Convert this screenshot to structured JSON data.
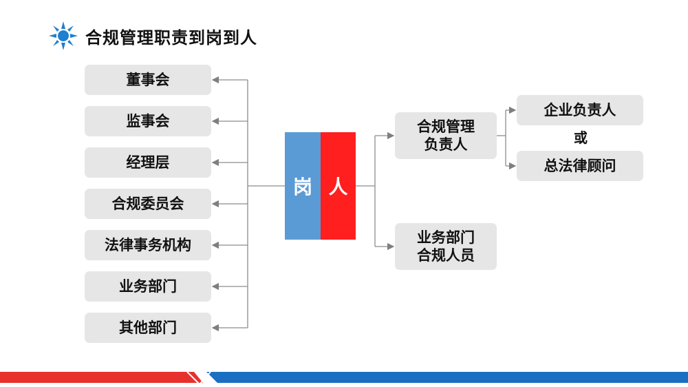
{
  "title": "合规管理职责到岗到人",
  "icon": "sun-icon",
  "colors": {
    "blue": "#5b9bd5",
    "red": "#ff1f1f",
    "box_bg": "#e6e6e6",
    "line": "#7f7f7f",
    "accent_blue": "#1f7fd0"
  },
  "center": {
    "left": "岗",
    "right": "人"
  },
  "left_items": [
    "董事会",
    "监事会",
    "经理层",
    "合规委员会",
    "法律事务机构",
    "业务部门",
    "其他部门"
  ],
  "right_items": {
    "compliance_head": "合规管理\n负责人",
    "business_staff": "业务部门\n合规人员"
  },
  "far_right": {
    "top": "企业负责人",
    "connector": "或",
    "bottom": "总法律顾问"
  }
}
